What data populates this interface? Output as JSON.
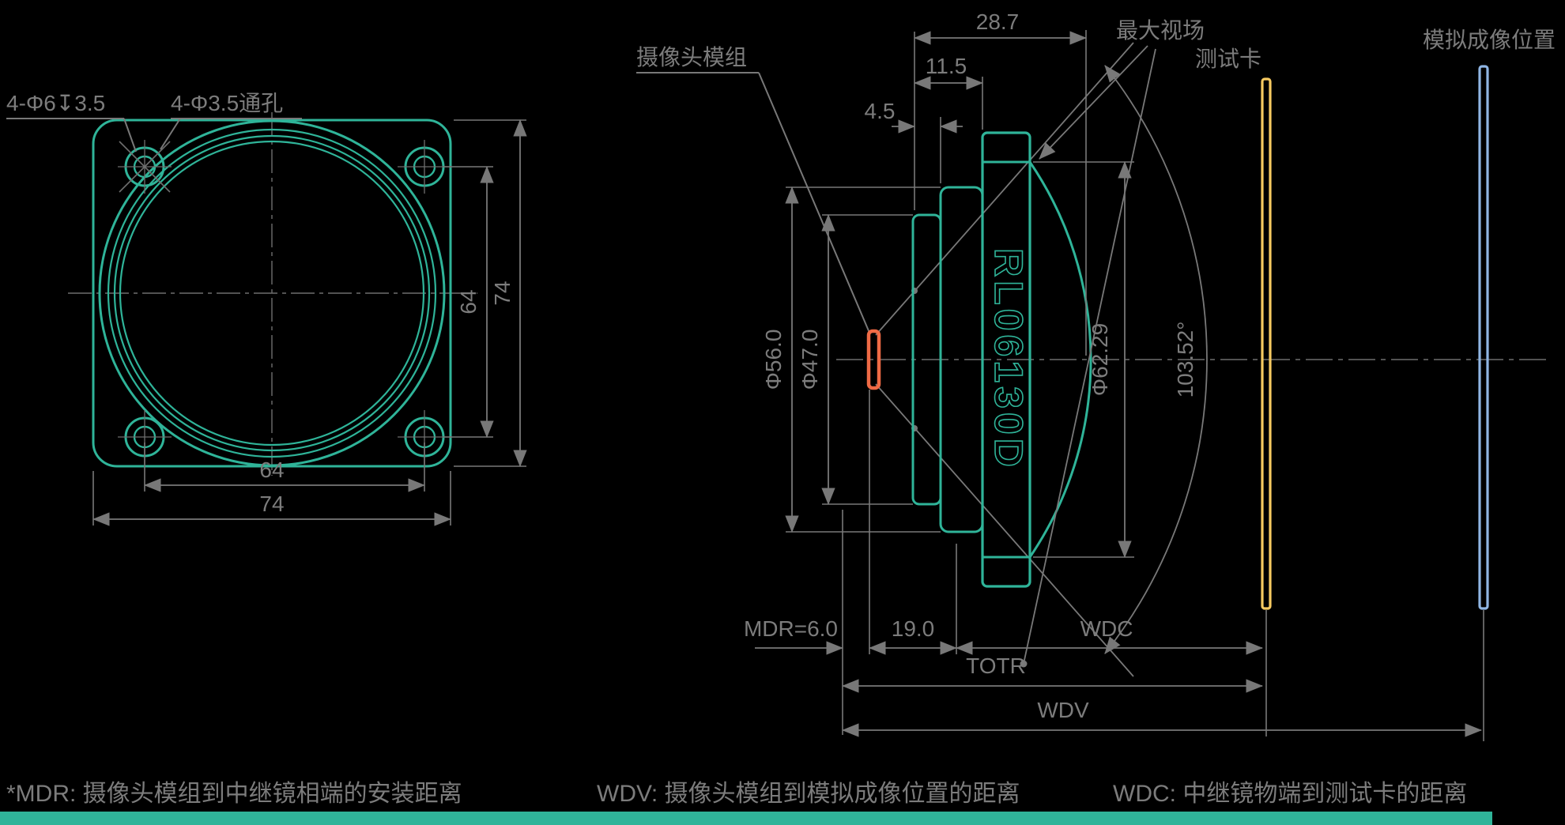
{
  "colors": {
    "background": "#000000",
    "line_green": "#2FB499",
    "dim_gray": "#787878",
    "sensor_orange": "#EF6A45",
    "test_card_yellow": "#F7CA61",
    "imaging_blue": "#8FB5E3",
    "bottom_bar_green": "#2FB499"
  },
  "front_view": {
    "label_counterbore": "4-Φ6↧3.5",
    "label_through_hole": "4-Φ3.5通孔",
    "dim_holes_horizontal": "64",
    "dim_overall_horizontal": "74",
    "dim_holes_vertical": "64",
    "dim_overall_vertical": "74"
  },
  "side_view": {
    "model": "RL06130D",
    "label_camera_module": "摄像头模组",
    "label_max_fov": "最大视场",
    "label_test_card": "测试卡",
    "label_imaging_position": "模拟成像位置",
    "dim_top_1": "28.7",
    "dim_top_2": "11.5",
    "dim_top_3": "4.5",
    "dia_outer": "Φ56.0",
    "dia_inner": "Φ47.0",
    "dia_dome": "Φ62.29",
    "angle_fov": "103.52°",
    "dim_mdr": "MDR=6.0",
    "dim_19": "19.0",
    "dim_wdc": "WDC",
    "dim_totr": "TOTR",
    "dim_wdv": "WDV"
  },
  "notes": {
    "mdr": "*MDR: 摄像头模组到中继镜相端的安装距离",
    "wdv": "WDV: 摄像头模组到模拟成像位置的距离",
    "wdc": "WDC: 中继镜物端到测试卡的距离"
  }
}
